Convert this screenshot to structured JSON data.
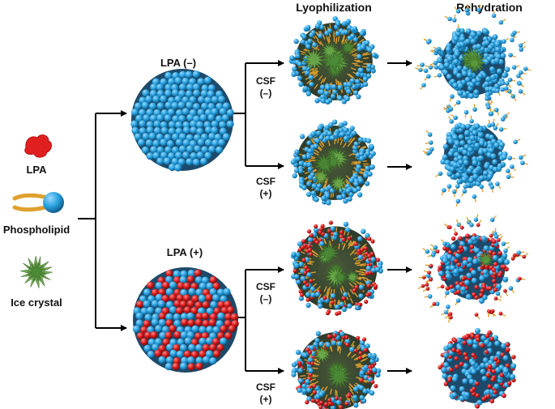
{
  "headers": {
    "lyophilization": "Lyophilization",
    "rehydration": "Rehydration"
  },
  "legend": {
    "lpa": "LPA",
    "phospholipid": "Phospholipid",
    "ice_crystal": "Ice crystal"
  },
  "branches": {
    "lpa_neg": "LPA (–)",
    "lpa_pos": "LPA (+)"
  },
  "conditions": {
    "csf": "CSF",
    "neg": "(–)",
    "pos": "(+)"
  },
  "colors": {
    "lipid_head_blue": "#2aa3e0",
    "lpa_red": "#e02020",
    "tail_orange": "#e0a030",
    "ice_green": "#5a9a3a",
    "arrow": "#000000"
  }
}
